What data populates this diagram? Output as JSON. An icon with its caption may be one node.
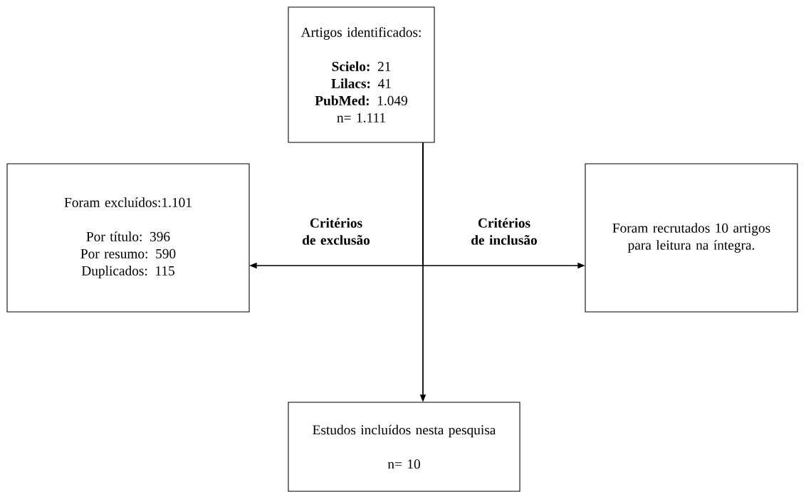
{
  "diagram": {
    "nodes": [
      {
        "text": [
          "Artigos identificados:",
          "**Scielo:** 21",
          "**Lilacs:** 41",
          "**PubMed:** 1.049",
          "n= 1.111"
        ]
      },
      {
        "text": [
          "Foram excluídos:1.101",
          "Por título: 396",
          "Por resumo: 590",
          "Duplicados: 115"
        ]
      },
      {
        "text": [
          "Foram recrutados 10 artigos para leitura na íntegra."
        ]
      },
      {
        "text": [
          "Estudos incluídos nesta pesquisa",
          "n= 10"
        ]
      }
    ],
    "edges": [
      {
        "from": 0,
        "to": 1,
        "arrow": "to",
        "label": "Critérios de exclusão"
      },
      {
        "from": 0,
        "to": 2,
        "arrow": "to",
        "label": "Critérios de inclusão"
      },
      {
        "from": 0,
        "to": 3,
        "arrow": "to"
      }
    ]
  }
}
